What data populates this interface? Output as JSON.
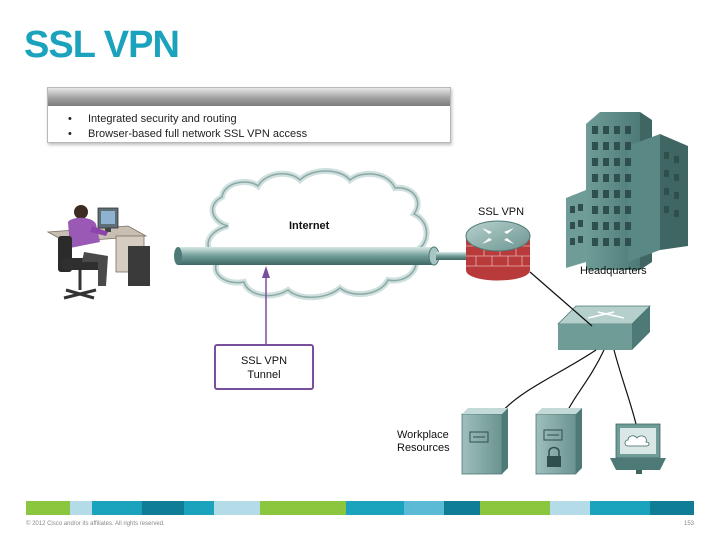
{
  "slide": {
    "title": "SSL VPN",
    "bullets": [
      "Integrated security and routing",
      "Browser-based full network SSL VPN access"
    ]
  },
  "diagram": {
    "internet_label": "Internet",
    "ssl_vpn_label": "SSL VPN",
    "headquarters_label": "Headquarters",
    "tunnel_label_line1": "SSL VPN",
    "tunnel_label_line2": "Tunnel",
    "workplace_line1": "Workplace",
    "workplace_line2": "Resources"
  },
  "footer": {
    "copyright": "© 2012 Cisco and/or its affiliates. All rights reserved.",
    "page_number": "153",
    "stripe_colors": [
      "#8cc63f",
      "#b4dbe8",
      "#1ba2bd",
      "#0f7d96",
      "#1ba2bd",
      "#b4dbe8",
      "#8cc63f",
      "#8cc63f",
      "#1ba2bd",
      "#5bbad5",
      "#0f7d96",
      "#8cc63f",
      "#b4dbe8",
      "#1ba2bd",
      "#0f7d96"
    ]
  }
}
